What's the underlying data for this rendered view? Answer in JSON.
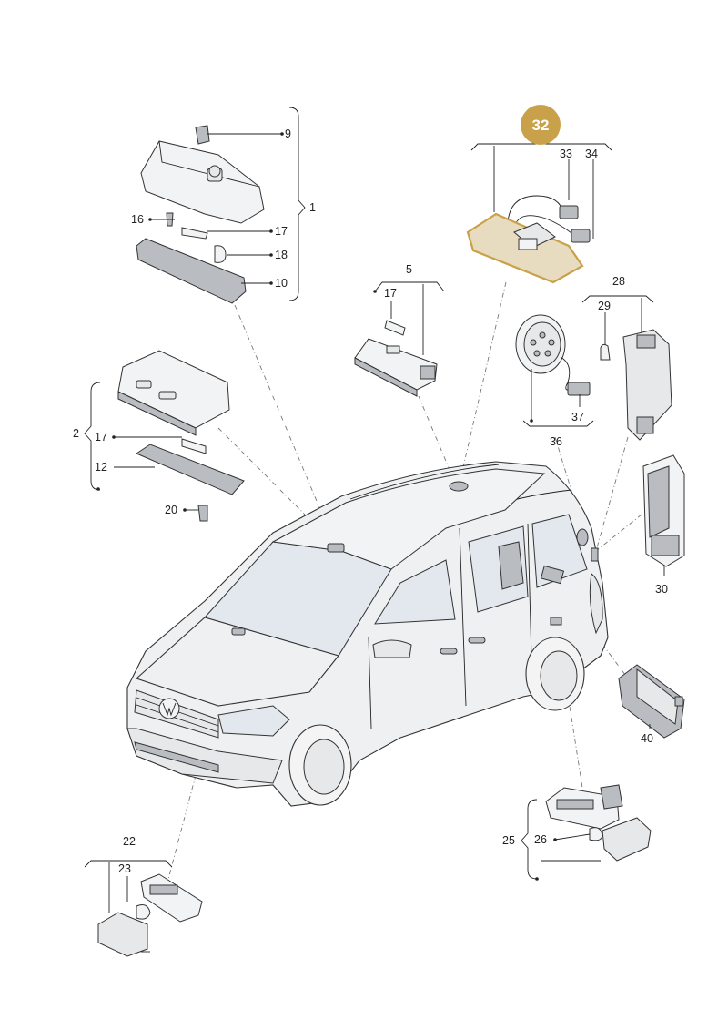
{
  "callouts": {
    "c1": "1",
    "c2": "2",
    "c5": "5",
    "c9": "9",
    "c10": "10",
    "c12": "12",
    "c16": "16",
    "c17a": "17",
    "c17b": "17",
    "c17c": "17",
    "c18": "18",
    "c20": "20",
    "c22": "22",
    "c23": "23",
    "c25": "25",
    "c26": "26",
    "c28": "28",
    "c29": "29",
    "c30": "30",
    "c32": "32",
    "c33": "33",
    "c34": "34",
    "c36": "36",
    "c37": "37",
    "c40": "40"
  },
  "highlight": {
    "part": "32",
    "color": "#c9a14a"
  },
  "icons": {
    "vehicle": "vw-caddy-van-icon",
    "brand": "vw-logo-icon"
  }
}
